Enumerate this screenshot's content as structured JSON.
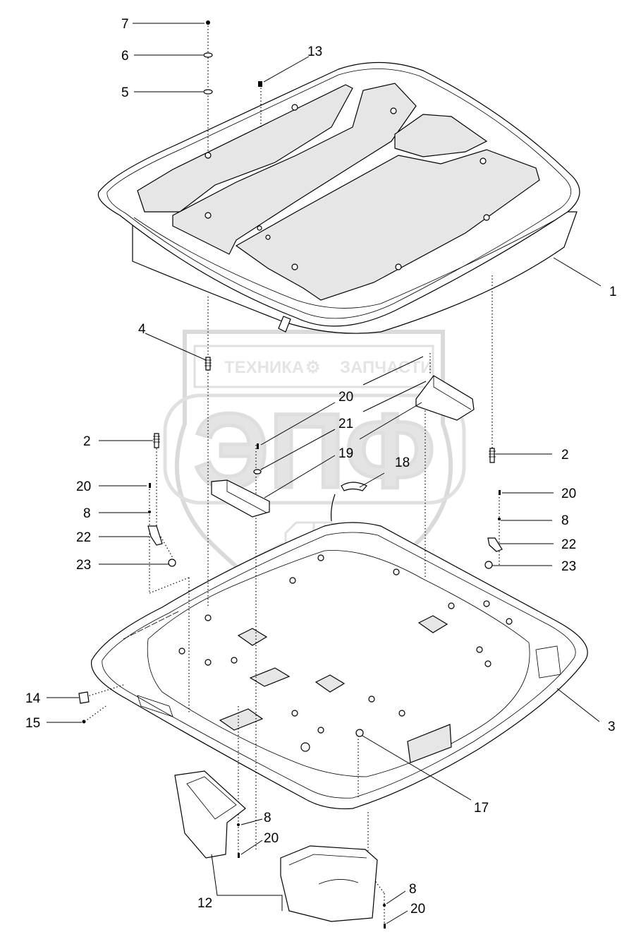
{
  "watermark": {
    "line1_left": "ТЕХНИКА",
    "line1_right": "ЗАПЧАСТИ",
    "logo_letters": "ЭПФ"
  },
  "callouts": {
    "c7": "7",
    "c6": "6",
    "c5": "5",
    "c13": "13",
    "c1": "1",
    "c4": "4",
    "c20a": "20",
    "c21": "21",
    "c19": "19",
    "c18": "18",
    "c2_left": "2",
    "c2_right": "2",
    "c20_left": "20",
    "c20_right": "20",
    "c8_left": "8",
    "c8_right": "8",
    "c22_left": "22",
    "c22_right": "22",
    "c23_left": "23",
    "c23_right": "23",
    "c14": "14",
    "c15": "15",
    "c3": "3",
    "c17": "17",
    "c8_bottom_a": "8",
    "c20_bottom_a": "20",
    "c12": "12",
    "c8_bottom_b": "8",
    "c20_bottom_b": "20"
  }
}
